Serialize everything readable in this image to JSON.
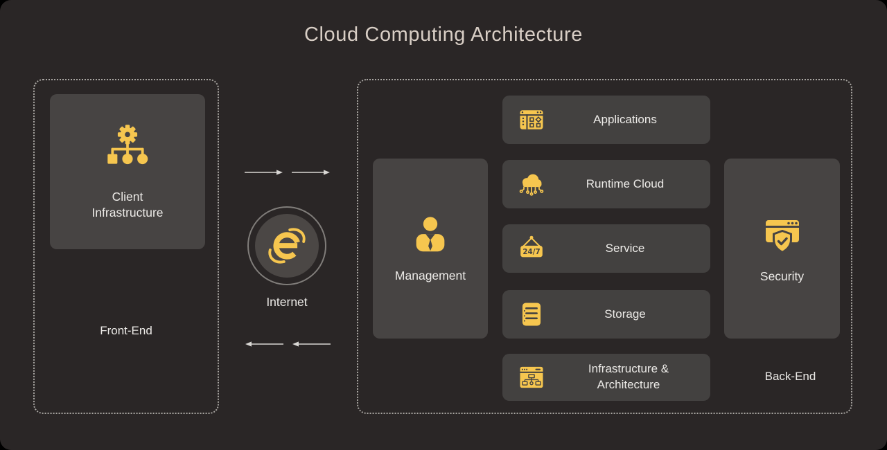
{
  "title": "Cloud Computing Architecture",
  "colors": {
    "background": "#2A2626",
    "card": "#474443",
    "row": "#434140",
    "accent_gold": "#F6C64F",
    "title_text": "#D8CEC5",
    "label_text": "#ECEAE7",
    "dotted_border": "#A9A6A2",
    "arrow": "#D9D7D4"
  },
  "front_end": {
    "group_label": "Front-End",
    "client_card": {
      "label": "Client Infrastructure",
      "icon": "client-infrastructure-icon"
    }
  },
  "connection": {
    "label": "Internet",
    "icon": "internet-explorer-icon",
    "top_arrows_direction": "right",
    "bottom_arrows_direction": "left"
  },
  "back_end": {
    "group_label": "Back-End",
    "management_card": {
      "label": "Management",
      "icon": "manager-icon"
    },
    "security_card": {
      "label": "Security",
      "icon": "security-shield-icon"
    },
    "rows": [
      {
        "label": "Applications",
        "icon": "applications-window-icon"
      },
      {
        "label": "Runtime Cloud",
        "icon": "runtime-cloud-icon"
      },
      {
        "label": "Service",
        "icon": "service-24-7-sign-icon",
        "icon_text": "24/7"
      },
      {
        "label": "Storage",
        "icon": "storage-server-icon"
      },
      {
        "label": "Infrastructure & Architecture",
        "icon": "infrastructure-architecture-icon"
      }
    ]
  }
}
